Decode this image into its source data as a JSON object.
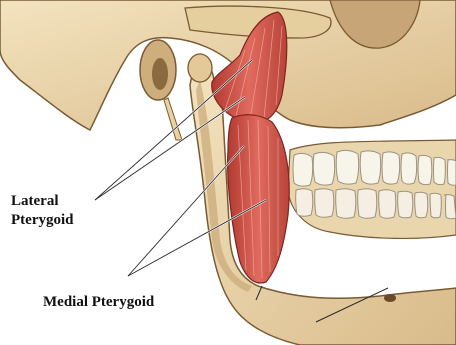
{
  "labels": {
    "lateral_line1": "Lateral",
    "lateral_line2": "Pterygoid",
    "medial": "Medial Pterygoid"
  },
  "colors": {
    "bone": "#efdcb4",
    "bone_shadow": "#c9a877",
    "bone_outline": "#7a5a34",
    "muscle": "#d95a4e",
    "muscle_dark": "#9e2e27",
    "muscle_light": "#f1a39a",
    "tooth": "#f7f4ea",
    "tooth_outline": "#9c9280",
    "leader": "#ffffff",
    "text": "#111111"
  }
}
